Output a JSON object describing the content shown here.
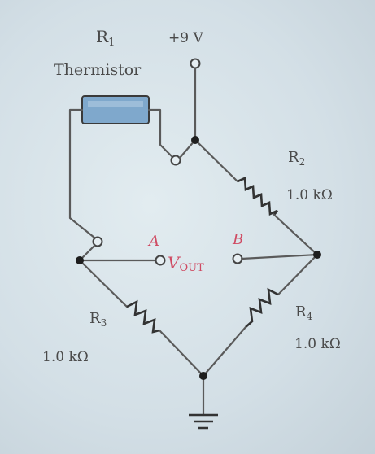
{
  "components": {
    "r1": {
      "name": "R",
      "sub": "1",
      "type": "Thermistor"
    },
    "r2": {
      "name": "R",
      "sub": "2",
      "value": "1.0 kΩ"
    },
    "r3": {
      "name": "R",
      "sub": "3",
      "value": "1.0 kΩ"
    },
    "r4": {
      "name": "R",
      "sub": "4",
      "value": "1.0 kΩ"
    }
  },
  "supply": {
    "label": "+9 V"
  },
  "output": {
    "a": "A",
    "b": "B",
    "v": "V",
    "v_sub": "OUT"
  },
  "colors": {
    "wire": "#5a5a5a",
    "resistor": "#333333",
    "thermistor": "#7fa8cc",
    "accent": "#cf4a62"
  }
}
